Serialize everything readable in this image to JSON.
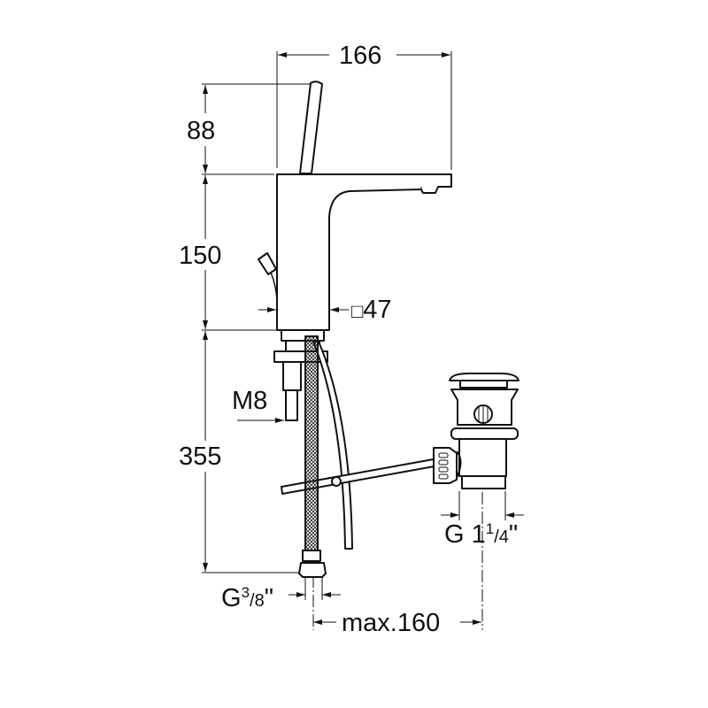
{
  "title": "Basin mixer technical drawing",
  "dimensions": {
    "width_total": "166",
    "lever_height": "88",
    "body_height": "150",
    "body_square": "47",
    "square_symbol": "□",
    "below_deck": "355",
    "stud_thread": "M8",
    "hose_thread": {
      "prefix": "G",
      "num": "3",
      "den": "8",
      "suffix": "\""
    },
    "waste_thread": {
      "prefix": "G",
      "whole": "1",
      "num": "1",
      "den": "4",
      "suffix": "\""
    },
    "max_distance": "max.160"
  },
  "colors": {
    "line": "#111111",
    "background": "#ffffff"
  }
}
